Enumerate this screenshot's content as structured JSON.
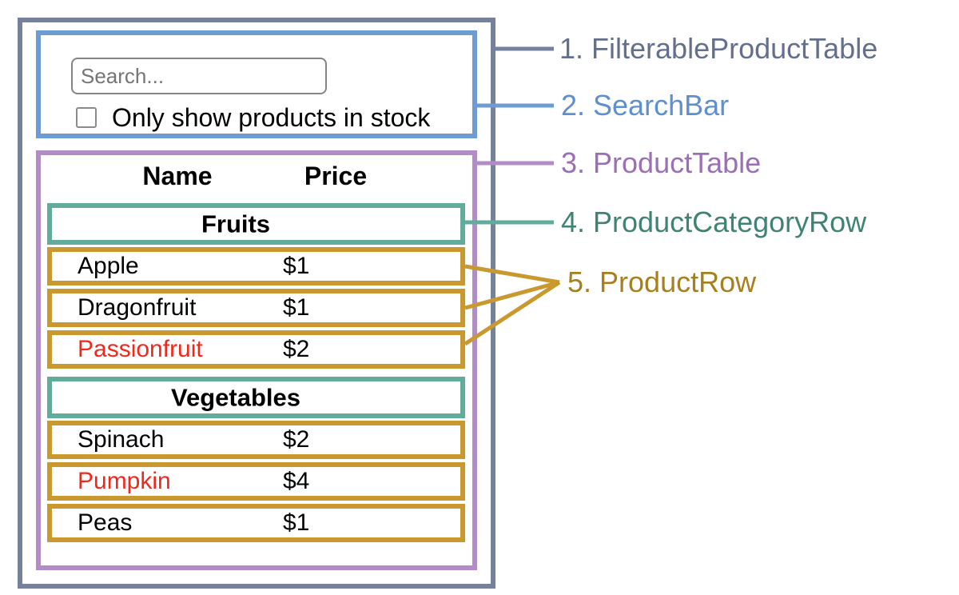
{
  "diagram": {
    "search_bar": {
      "input_placeholder": "Search...",
      "input_value": "",
      "checkbox_label": "Only show products in stock",
      "checkbox_checked": false
    },
    "table": {
      "headers": {
        "name": "Name",
        "price": "Price"
      },
      "sections": [
        {
          "category": "Fruits",
          "rows": [
            {
              "name": "Apple",
              "price": "$1",
              "highlighted": false
            },
            {
              "name": "Dragonfruit",
              "price": "$1",
              "highlighted": false
            },
            {
              "name": "Passionfruit",
              "price": "$2",
              "highlighted": true
            }
          ]
        },
        {
          "category": "Vegetables",
          "rows": [
            {
              "name": "Spinach",
              "price": "$2",
              "highlighted": false
            },
            {
              "name": "Pumpkin",
              "price": "$4",
              "highlighted": true
            },
            {
              "name": "Peas",
              "price": "$1",
              "highlighted": false
            }
          ]
        }
      ]
    }
  },
  "annotations": [
    {
      "label": "1. FilterableProductTable",
      "text_color": "#636F8B",
      "border_color": "#76819B"
    },
    {
      "label": "2. SearchBar",
      "text_color": "#5E8FCE",
      "border_color": "#6F9BD3"
    },
    {
      "label": "3. ProductTable",
      "text_color": "#9B6EB5",
      "border_color": "#B18CC6"
    },
    {
      "label": "4. ProductCategoryRow",
      "text_color": "#3F8372",
      "border_color": "#62AC9B"
    },
    {
      "label": "5. ProductRow",
      "text_color": "#A6801F",
      "border_color": "#C9992F"
    }
  ],
  "colors": {
    "highlighted_product_text": "#F0281C",
    "background": "#FFFFFF"
  }
}
